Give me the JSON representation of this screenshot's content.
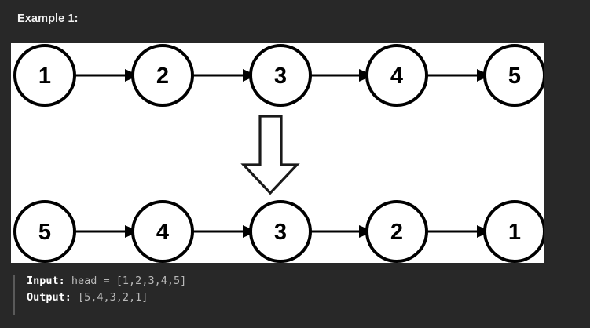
{
  "heading": "Example 1:",
  "colors": {
    "background": "#282828",
    "panel": "#ffffff",
    "stroke": "#000000",
    "heading_text": "#f2f2f2",
    "code_key": "#ffffff",
    "code_value": "#b9b9b9",
    "code_accent": "#5a5a5a"
  },
  "diagram": {
    "type": "linked-list-reversal",
    "transform_icon": "down-block-arrow-icon",
    "input_list": {
      "label": "input-linked-list",
      "nodes": [
        "1",
        "2",
        "3",
        "4",
        "5"
      ],
      "arrows": 4
    },
    "output_list": {
      "label": "output-linked-list",
      "nodes": [
        "5",
        "4",
        "3",
        "2",
        "1"
      ],
      "arrows": 4
    }
  },
  "code": {
    "input_key": "Input:",
    "input_value": " head = [1,2,3,4,5]",
    "output_key": "Output:",
    "output_value": " [5,4,3,2,1]"
  }
}
